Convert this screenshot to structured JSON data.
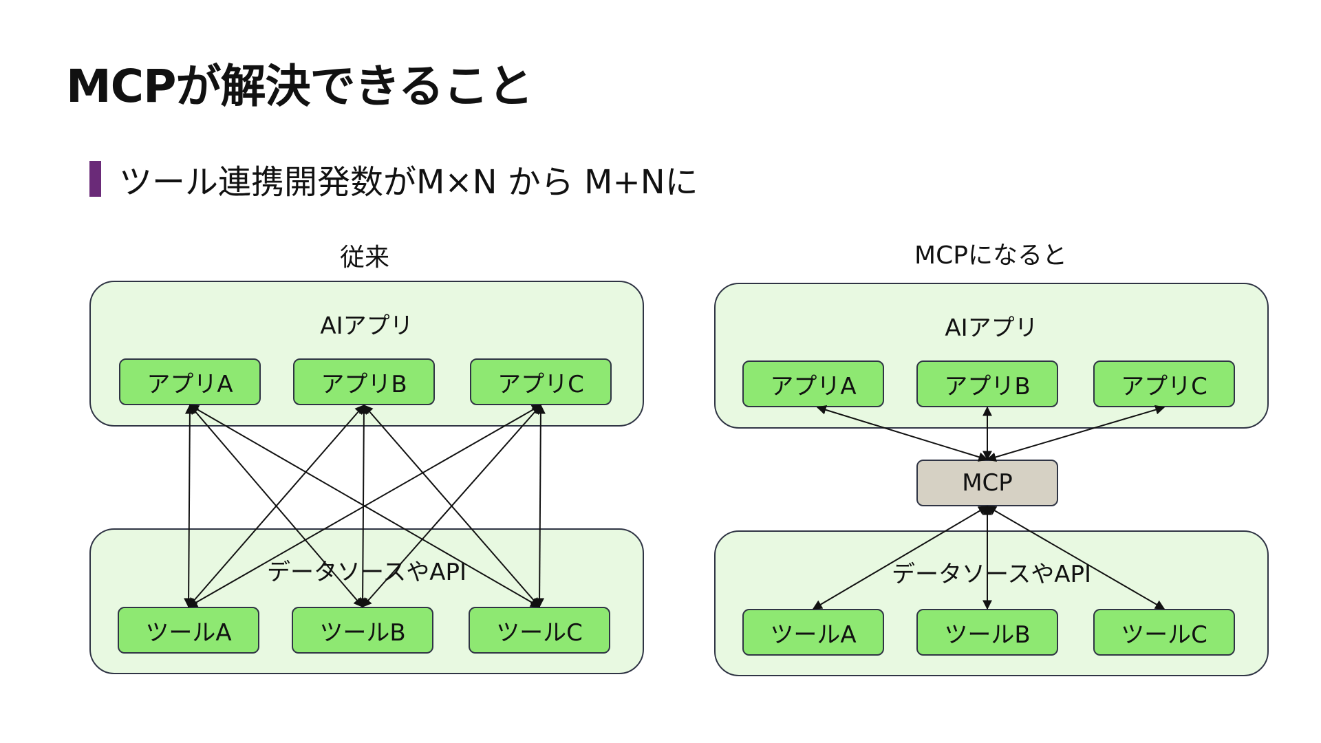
{
  "slide": {
    "title": "MCPが解決できること",
    "bullet": "ツール連携開発数がM×N から M+Nに"
  },
  "colors": {
    "accent_bar": "#6a2a78",
    "group_fill": "#e8f9e1",
    "node_fill": "#8ee872",
    "mcp_fill": "#d6d1c4",
    "border": "#2f3444",
    "line": "#111111"
  },
  "left": {
    "title": "従来",
    "top_group": "AIアプリ",
    "bottom_group": "データソースやAPI",
    "apps": [
      "アプリA",
      "アプリB",
      "アプリC"
    ],
    "tools": [
      "ツールA",
      "ツールB",
      "ツールC"
    ]
  },
  "right": {
    "title": "MCPになると",
    "top_group": "AIアプリ",
    "bottom_group": "データソースやAPI",
    "hub": "MCP",
    "apps": [
      "アプリA",
      "アプリB",
      "アプリC"
    ],
    "tools": [
      "ツールA",
      "ツールB",
      "ツールC"
    ]
  }
}
